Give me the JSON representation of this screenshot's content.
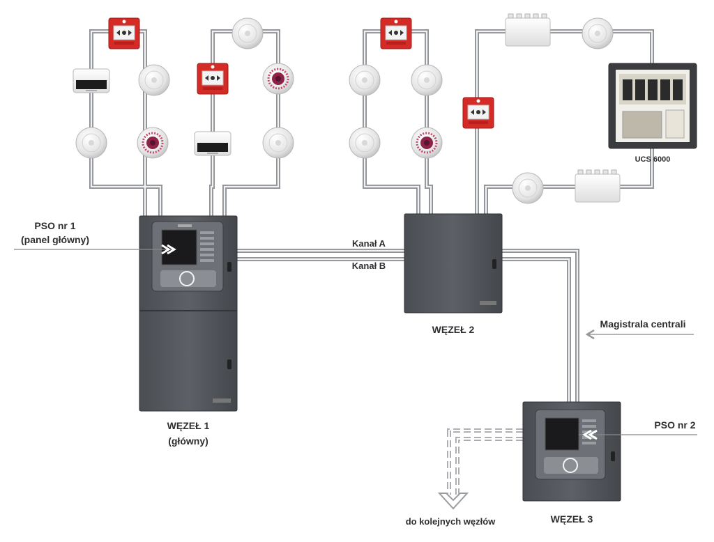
{
  "labels": {
    "pso1_line1": "PSO nr 1",
    "pso1_line2": "(panel główny)",
    "kanal_a": "Kanał A",
    "kanal_b": "Kanał B",
    "node1_line1": "WĘZEŁ 1",
    "node1_line2": "(główny)",
    "node2": "WĘZEŁ 2",
    "node3": "WĘZEŁ 3",
    "magistrala": "Magistrala centrali",
    "pso2": "PSO nr 2",
    "ucs": "UCS 6000",
    "next_nodes": "do kolejnych węzłów"
  },
  "colors": {
    "cabinet": "#55585d",
    "call_point": "#d42b27",
    "sounder": "#9a2a4a",
    "wire": "#8f9296"
  },
  "devices": {
    "smoke_detector_icon": "smoke-detector-icon",
    "call_point_icon": "manual-call-point-icon",
    "sounder_icon": "sounder-icon",
    "beacon_icon": "beam-detector-icon",
    "junction_box_icon": "junction-box-icon"
  }
}
